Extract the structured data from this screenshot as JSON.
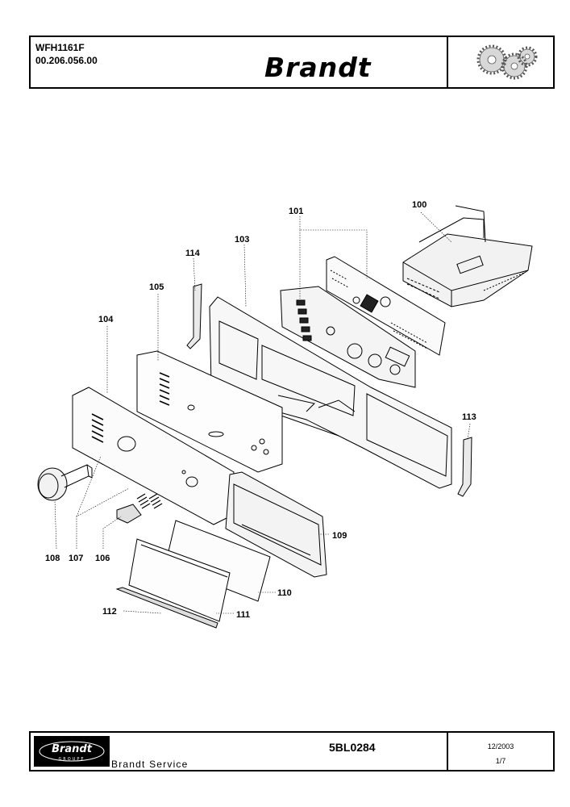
{
  "header": {
    "model": "WFH1161F",
    "code": "00.206.056.00",
    "brand": "Brandt",
    "gears_icon": "gears-logo-icon"
  },
  "callouts": [
    "100",
    "101",
    "103",
    "114",
    "105",
    "104",
    "113",
    "109",
    "108",
    "107",
    "106",
    "110",
    "112",
    "111"
  ],
  "footer": {
    "logo_text": "Brandt",
    "logo_subtext": "GROUPE",
    "service": "Brandt Service",
    "reference": "5BL0284",
    "date": "12/2003",
    "page": "1/7"
  }
}
